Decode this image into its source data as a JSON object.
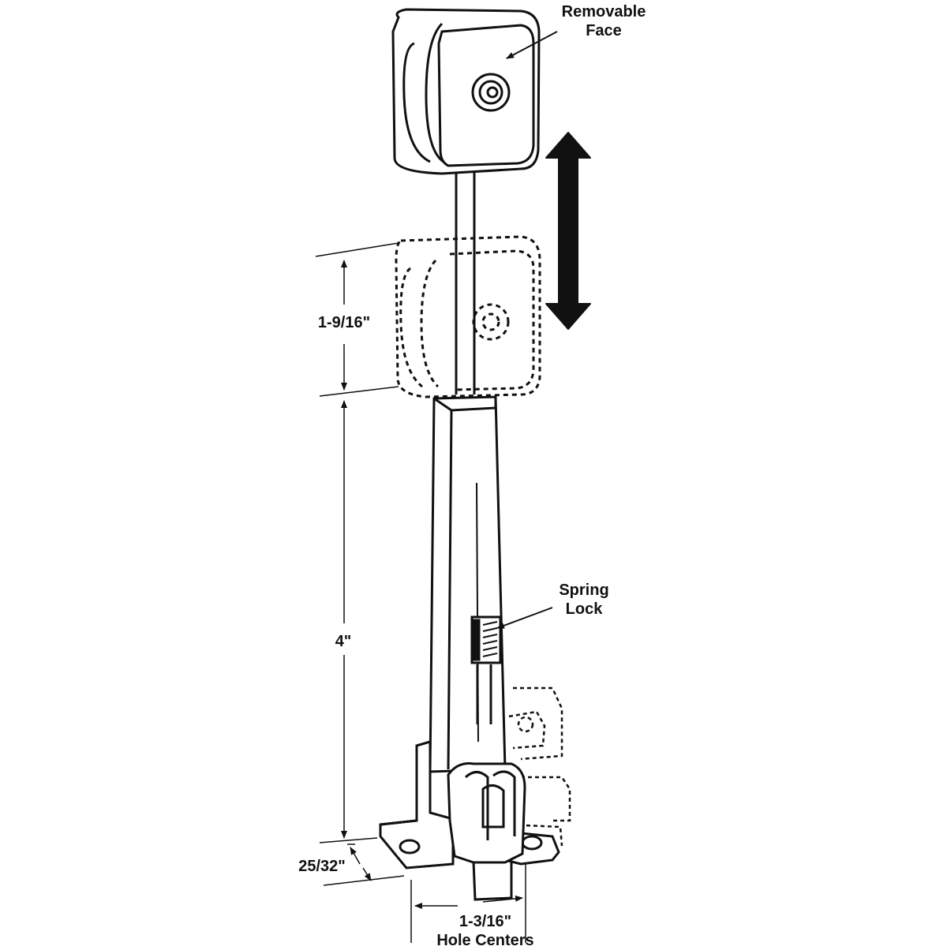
{
  "diagram": {
    "callouts": {
      "removable_face": [
        "Removable",
        "Face"
      ],
      "spring_lock": [
        "Spring",
        "Lock"
      ]
    },
    "dimensions": {
      "travel": "1-9/16\"",
      "height": "4\"",
      "base_offset": "25/32\"",
      "hole_spacing": [
        "1-3/16\"",
        "Hole Centers"
      ]
    },
    "colors": {
      "line": "#111111",
      "background": "#ffffff"
    }
  }
}
